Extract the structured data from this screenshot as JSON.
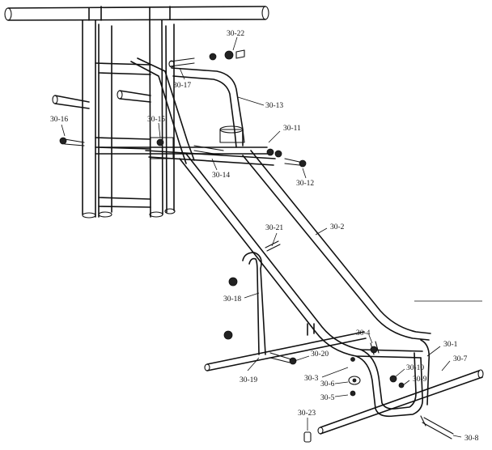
{
  "figure": {
    "labels": {
      "l30_22": "30-22",
      "l30_17": "30-17",
      "l30_13": "30-13",
      "l30_16": "30-16",
      "l30_15": "30-15",
      "l30_11": "30-11",
      "l30_14": "30-14",
      "l30_12": "30-12",
      "l30_2": "30-2",
      "l30_21": "30-21",
      "l30_18": "30-18",
      "l30_19": "30-19",
      "l30_20": "30-20",
      "l30_4": "30-4",
      "l30_1": "30-1",
      "l30_7": "30-7",
      "l30_10": "30-10",
      "l30_9": "30-9",
      "l30_3": "30-3",
      "l30_6": "30-6",
      "l30_5": "30-5",
      "l30_23": "30-23",
      "l30_8": "30-8"
    }
  }
}
